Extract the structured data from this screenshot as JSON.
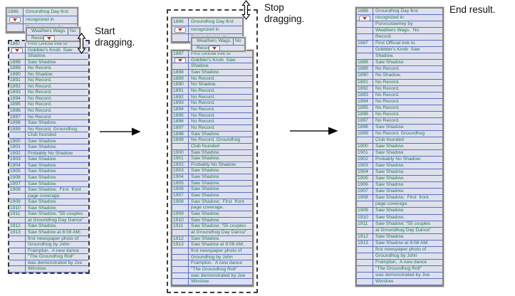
{
  "labels": {
    "start": "Start dragging.",
    "stop": "Stop dragging.",
    "end": "End result."
  },
  "colors": {
    "row_bg": "#dee1ed",
    "grid_blue": "#5b6cc4",
    "text_green": "#1f7a4d",
    "border_grey": "#858585",
    "button_red": "#c42b1c"
  },
  "drag_ghost": {
    "year": "1886",
    "box_a_lines": [
      "Groundhog Day first",
      "recognized in",
      "Punxsutawney by"
    ],
    "box_b": {
      "row1_left": "Weathers Wags.",
      "row1_right": "No",
      "row2": "Record"
    }
  },
  "records": [
    {
      "year": "1886",
      "lines": [
        "Groundhog Day first",
        "recognized in",
        "Punxsutawney by",
        "Weathers Wags.  No",
        "Record"
      ]
    },
    {
      "year": "1887",
      "lines": [
        "First Official trek to",
        "Gobbler's Knob  Saw",
        "Shadow."
      ]
    },
    {
      "year": "1888",
      "lines": [
        "Saw Shadow."
      ]
    },
    {
      "year": "1889",
      "lines": [
        "No Record."
      ]
    },
    {
      "year": "1890",
      "lines": [
        "No Shadow."
      ]
    },
    {
      "year": "1891",
      "lines": [
        "No Record."
      ]
    },
    {
      "year": "1892",
      "lines": [
        "No Record."
      ]
    },
    {
      "year": "1893",
      "lines": [
        "No Record."
      ]
    },
    {
      "year": "1894",
      "lines": [
        "No Record."
      ]
    },
    {
      "year": "1895",
      "lines": [
        "No Record."
      ]
    },
    {
      "year": "1896",
      "lines": [
        "No Record."
      ]
    },
    {
      "year": "1897",
      "lines": [
        "No Record."
      ]
    },
    {
      "year": "1898",
      "lines": [
        "Saw Shadow."
      ]
    },
    {
      "year": "1899",
      "lines": [
        "No Record. Groundhog",
        "Club founded"
      ]
    },
    {
      "year": "1900",
      "lines": [
        "Saw Shadow."
      ]
    },
    {
      "year": "1901",
      "lines": [
        "Saw Shadow."
      ]
    },
    {
      "year": "1902",
      "lines": [
        "Probably No Shadow."
      ]
    },
    {
      "year": "1903",
      "lines": [
        "Saw Shadow."
      ]
    },
    {
      "year": "1904",
      "lines": [
        "Saw Shadow."
      ]
    },
    {
      "year": "1905",
      "lines": [
        "Saw Shadow."
      ]
    },
    {
      "year": "1906",
      "lines": [
        "Saw Shadow."
      ]
    },
    {
      "year": "1907",
      "lines": [
        "Saw Shadow."
      ]
    },
    {
      "year": "1908",
      "lines": [
        "Saw Shadow;  First  front",
        "page coverage."
      ]
    },
    {
      "year": "1909",
      "lines": [
        "Saw Shadow."
      ]
    },
    {
      "year": "1910",
      "lines": [
        "Saw Shadow."
      ]
    },
    {
      "year": "1911",
      "lines": [
        "Saw Shadow; \"55 couples",
        "at Groundhog Day Dance\""
      ]
    },
    {
      "year": "1912",
      "lines": [
        "Saw Shadow."
      ]
    },
    {
      "year": "1913",
      "lines": [
        "Saw Shadow at 8:08 AM;",
        "first newspaper photo of",
        "Groundhog by John",
        "Frampton.  A new dance",
        "\"The Groundhog Roll\"",
        "was demonstrated by Joe",
        "Winslow."
      ]
    }
  ]
}
